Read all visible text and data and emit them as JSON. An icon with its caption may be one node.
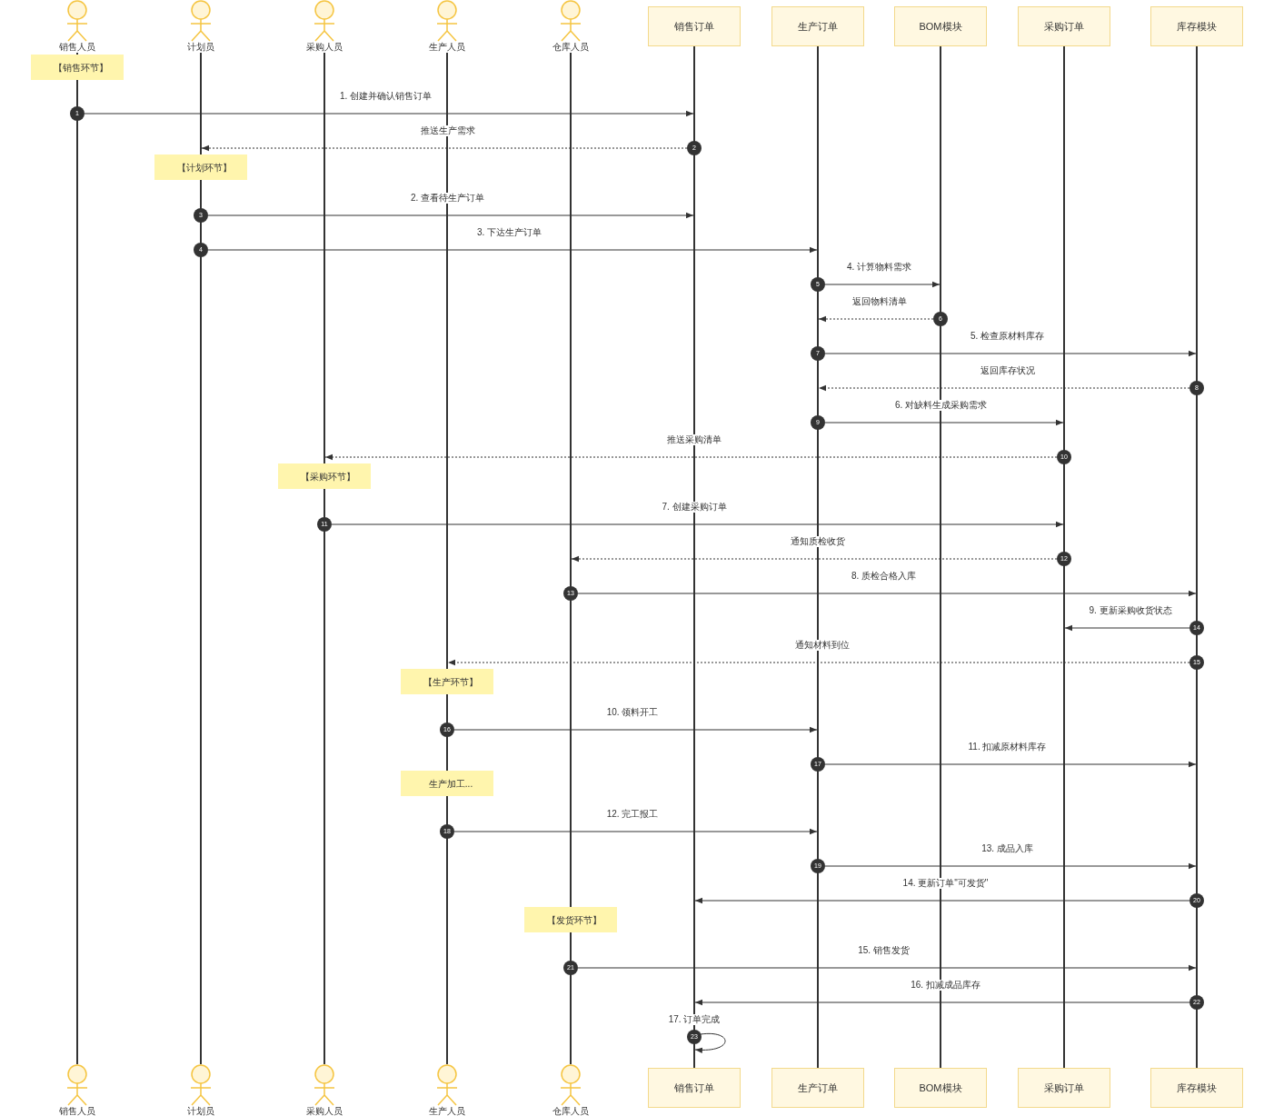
{
  "diagram": {
    "nodes": [
      {
        "text": [
          "销售人员"
        ]
      },
      {
        "text": [
          "计划员"
        ]
      },
      {
        "text": [
          "采购人员"
        ]
      },
      {
        "text": [
          "生产人员"
        ]
      },
      {
        "text": [
          "仓库人员"
        ]
      },
      {
        "text": [
          "销售订单"
        ]
      },
      {
        "text": [
          "生产订单"
        ]
      },
      {
        "text": [
          "BOM模块"
        ]
      },
      {
        "text": [
          "采购订单"
        ]
      },
      {
        "text": [
          "库存模块"
        ]
      },
      {
        "text": [
          "销售人员"
        ]
      },
      {
        "text": [
          "计划员"
        ]
      },
      {
        "text": [
          "采购人员"
        ]
      },
      {
        "text": [
          "生产人员"
        ]
      },
      {
        "text": [
          "仓库人员"
        ]
      },
      {
        "text": [
          "销售订单"
        ]
      },
      {
        "text": [
          "生产订单"
        ]
      },
      {
        "text": [
          "BOM模块"
        ]
      },
      {
        "text": [
          "采购订单"
        ]
      },
      {
        "text": [
          "库存模块"
        ]
      },
      {
        "text": [
          "【销售环节】"
        ]
      },
      {
        "text": [
          "【计划环节】"
        ]
      },
      {
        "text": [
          "【采购环节】"
        ]
      },
      {
        "text": [
          "【生产环节】"
        ]
      },
      {
        "text": [
          "生产加工..."
        ]
      },
      {
        "text": [
          "【发货环节】"
        ]
      },
      {
        "text": [
          "1"
        ]
      },
      {
        "text": [
          "2"
        ]
      },
      {
        "text": [
          "3"
        ]
      },
      {
        "text": [
          "4"
        ]
      },
      {
        "text": [
          "5"
        ]
      },
      {
        "text": [
          "6"
        ]
      },
      {
        "text": [
          "7"
        ]
      },
      {
        "text": [
          "8"
        ]
      },
      {
        "text": [
          "9"
        ]
      },
      {
        "text": [
          "10"
        ]
      },
      {
        "text": [
          "11"
        ]
      },
      {
        "text": [
          "12"
        ]
      },
      {
        "text": [
          "13"
        ]
      },
      {
        "text": [
          "14"
        ]
      },
      {
        "text": [
          "15"
        ]
      },
      {
        "text": [
          "16"
        ]
      },
      {
        "text": [
          "17"
        ]
      },
      {
        "text": [
          "18"
        ]
      },
      {
        "text": [
          "19"
        ]
      },
      {
        "text": [
          "20"
        ]
      },
      {
        "text": [
          "21"
        ]
      },
      {
        "text": [
          "22"
        ]
      },
      {
        "text": [
          "23"
        ]
      },
      {
        "text": [],
        "shape": "bar"
      },
      {
        "text": [],
        "shape": "bar"
      },
      {
        "text": [],
        "shape": "bar"
      },
      {
        "text": [],
        "shape": "bar"
      },
      {
        "text": [],
        "shape": "bar"
      },
      {
        "text": [],
        "shape": "bar"
      },
      {
        "text": [],
        "shape": "bar"
      },
      {
        "text": [],
        "shape": "bar"
      },
      {
        "text": [],
        "shape": "bar"
      },
      {
        "text": [],
        "shape": "bar"
      }
    ],
    "edges": [
      {
        "from": 26,
        "to": 54,
        "arrow": "to",
        "label": "1. 创建并确认销售订单"
      },
      {
        "from": 27,
        "to": 50,
        "arrow": "to",
        "label": "推送生产需求",
        "style": "dashed"
      },
      {
        "from": 28,
        "to": 54,
        "arrow": "to",
        "label": "2. 查看待生产订单"
      },
      {
        "from": 29,
        "to": 55,
        "arrow": "to",
        "label": "3. 下达生产订单"
      },
      {
        "from": 30,
        "to": 56,
        "arrow": "to",
        "label": "4. 计算物料需求"
      },
      {
        "from": 31,
        "to": 55,
        "arrow": "to",
        "label": "返回物料清单",
        "style": "dashed"
      },
      {
        "from": 32,
        "to": 58,
        "arrow": "to",
        "label": "5. 检查原材料库存"
      },
      {
        "from": 33,
        "to": 55,
        "arrow": "to",
        "label": "返回库存状况",
        "style": "dashed"
      },
      {
        "from": 34,
        "to": 57,
        "arrow": "to",
        "label": "6. 对缺料生成采购需求"
      },
      {
        "from": 35,
        "to": 51,
        "arrow": "to",
        "label": "推送采购清单",
        "style": "dashed"
      },
      {
        "from": 36,
        "to": 57,
        "arrow": "to",
        "label": "7. 创建采购订单"
      },
      {
        "from": 37,
        "to": 53,
        "arrow": "to",
        "label": "通知质检收货",
        "style": "dashed"
      },
      {
        "from": 38,
        "to": 58,
        "arrow": "to",
        "label": "8. 质检合格入库"
      },
      {
        "from": 39,
        "to": 57,
        "arrow": "to",
        "label": "9. 更新采购收货状态"
      },
      {
        "from": 40,
        "to": 52,
        "arrow": "to",
        "label": "通知材料到位",
        "style": "dashed"
      },
      {
        "from": 41,
        "to": 55,
        "arrow": "to",
        "label": "10. 领料开工"
      },
      {
        "from": 42,
        "to": 58,
        "arrow": "to",
        "label": "11. 扣减原材料库存"
      },
      {
        "from": 43,
        "to": 55,
        "arrow": "to",
        "label": "12. 完工报工"
      },
      {
        "from": 44,
        "to": 58,
        "arrow": "to",
        "label": "13. 成品入库"
      },
      {
        "from": 45,
        "to": 54,
        "arrow": "to",
        "label": "14. 更新订单\"可发货\""
      },
      {
        "from": 46,
        "to": 58,
        "arrow": "to",
        "label": "15. 销售发货"
      },
      {
        "from": 47,
        "to": 54,
        "arrow": "to",
        "label": "16. 扣减成品库存"
      },
      {
        "from": 48,
        "to": 48,
        "arrow": "to",
        "label": "17. 订单完成"
      }
    ]
  }
}
